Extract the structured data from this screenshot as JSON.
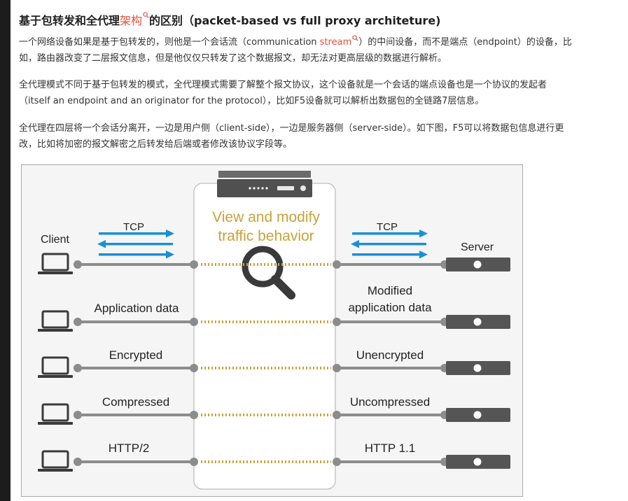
{
  "article": {
    "title_prefix": "基于包转发和全代理",
    "title_keyword": "架构",
    "title_suffix": "的区别（packet-based vs full proxy architeture)",
    "p1_line1_a": "一个网络设备如果是基于包转发的，则他是一个会话流（communication ",
    "p1_keyword": "stream",
    "p1_line1_b": "）的中间设备，而不是端点（endpoint）的设备，比",
    "p1_line2": "如，路由器改变了二层报文信息，但是他仅仅只转发了这个数据报文，却无法对更高层级的数据进行解析。",
    "p2_line1": "全代理模式不同于基于包转发的模式，全代理模式需要了解整个报文协议，这个设备就是一个会话的端点设备也是一个协议的发起者",
    "p2_line2": "（itself an endpoint and an originator for the protocol），比如F5设备就可以解析出数据包的全链路7层信息。",
    "p3_line1": "全代理在四层将一个会话分离开，一边是用户侧（client-side），一边是服务器侧（server-side）。如下图，F5可以将数据包信息进行更",
    "p3_line2": "改，比如将加密的报文解密之后转发给后端或者修改该协议字段等。"
  },
  "diagram": {
    "client_label": "Client",
    "server_label": "Server",
    "tcp_left": "TCP",
    "tcp_right": "TCP",
    "center_line1": "View and modify",
    "center_line2": "traffic behavior",
    "rows": [
      {
        "left": "",
        "right": ""
      },
      {
        "left": "Application data",
        "right_line1": "Modified",
        "right_line2": "application data"
      },
      {
        "left": "Encrypted",
        "right": "Unencrypted"
      },
      {
        "left": "Compressed",
        "right": "Uncompressed"
      },
      {
        "left": "HTTP/2",
        "right": "HTTP 1.1"
      }
    ],
    "colors": {
      "arrow": "#1a8fd6",
      "gold": "#c8a23a",
      "line": "#8c8c8c",
      "dark": "#555555",
      "icon": "#3a3a3a"
    }
  }
}
